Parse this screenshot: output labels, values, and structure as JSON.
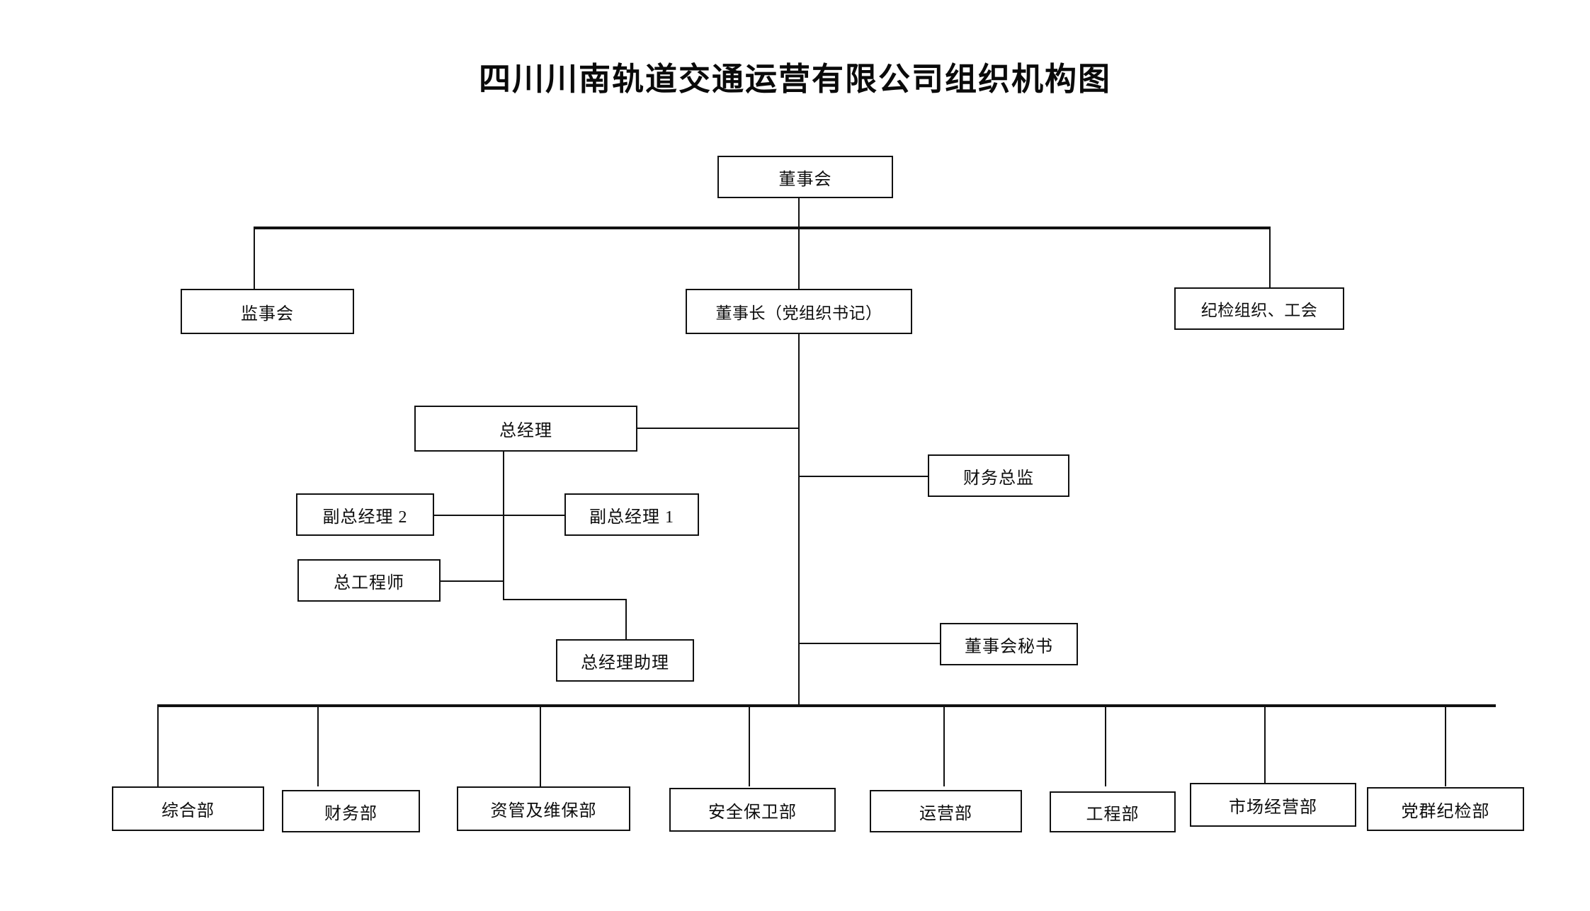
{
  "page": {
    "title": "四川川南轨道交通运营有限公司组织机构图",
    "background_color": "#ffffff",
    "line_color": "#111111",
    "text_color": "#0d0d0d"
  },
  "chart_data": {
    "type": "diagram",
    "diagram_kind": "organization-chart",
    "title": "四川川南轨道交通运营有限公司组织机构图",
    "nodes": [
      {
        "id": "board",
        "label": "董事会",
        "level": 0
      },
      {
        "id": "supervisory",
        "label": "监事会",
        "level": 1
      },
      {
        "id": "chairman",
        "label": "董事长（党组织书记）",
        "level": 1
      },
      {
        "id": "discipline_union",
        "label": "纪检组织、工会",
        "level": 1
      },
      {
        "id": "general_manager",
        "label": "总经理",
        "level": 2
      },
      {
        "id": "cfo",
        "label": "财务总监",
        "level": 2
      },
      {
        "id": "deputy_gm_2",
        "label": "副总经理 2",
        "level": 3
      },
      {
        "id": "deputy_gm_1",
        "label": "副总经理 1",
        "level": 3
      },
      {
        "id": "chief_engineer",
        "label": "总工程师",
        "level": 3
      },
      {
        "id": "gm_assistant",
        "label": "总经理助理",
        "level": 3
      },
      {
        "id": "board_secretary",
        "label": "董事会秘书",
        "level": 3
      },
      {
        "id": "dept_general",
        "label": "综合部",
        "level": 4
      },
      {
        "id": "dept_finance",
        "label": "财务部",
        "level": 4
      },
      {
        "id": "dept_asset",
        "label": "资管及维保部",
        "level": 4
      },
      {
        "id": "dept_security",
        "label": "安全保卫部",
        "level": 4
      },
      {
        "id": "dept_operation",
        "label": "运营部",
        "level": 4
      },
      {
        "id": "dept_engineering",
        "label": "工程部",
        "level": 4
      },
      {
        "id": "dept_market",
        "label": "市场经营部",
        "level": 4
      },
      {
        "id": "dept_party",
        "label": "党群纪检部",
        "level": 4
      }
    ],
    "edges": [
      {
        "from": "board",
        "to": "supervisory"
      },
      {
        "from": "board",
        "to": "chairman"
      },
      {
        "from": "board",
        "to": "discipline_union"
      },
      {
        "from": "chairman",
        "to": "general_manager"
      },
      {
        "from": "chairman",
        "to": "cfo"
      },
      {
        "from": "chairman",
        "to": "board_secretary"
      },
      {
        "from": "general_manager",
        "to": "deputy_gm_2"
      },
      {
        "from": "general_manager",
        "to": "deputy_gm_1"
      },
      {
        "from": "general_manager",
        "to": "chief_engineer"
      },
      {
        "from": "general_manager",
        "to": "gm_assistant"
      },
      {
        "from": "chairman",
        "to": "dept_general"
      },
      {
        "from": "chairman",
        "to": "dept_finance"
      },
      {
        "from": "chairman",
        "to": "dept_asset"
      },
      {
        "from": "chairman",
        "to": "dept_security"
      },
      {
        "from": "chairman",
        "to": "dept_operation"
      },
      {
        "from": "chairman",
        "to": "dept_engineering"
      },
      {
        "from": "chairman",
        "to": "dept_market"
      },
      {
        "from": "chairman",
        "to": "dept_party"
      }
    ]
  },
  "boxes": {
    "board": "董事会",
    "supervisory": "监事会",
    "chairman": "董事长（党组织书记）",
    "discipline_union": "纪检组织、工会",
    "general_manager": "总经理",
    "cfo": "财务总监",
    "deputy_gm_2": "副总经理 2",
    "deputy_gm_1": "副总经理 1",
    "chief_engineer": "总工程师",
    "gm_assistant": "总经理助理",
    "board_secretary": "董事会秘书",
    "departments": [
      "综合部",
      "财务部",
      "资管及维保部",
      "安全保卫部",
      "运营部",
      "工程部",
      "市场经营部",
      "党群纪检部"
    ]
  }
}
